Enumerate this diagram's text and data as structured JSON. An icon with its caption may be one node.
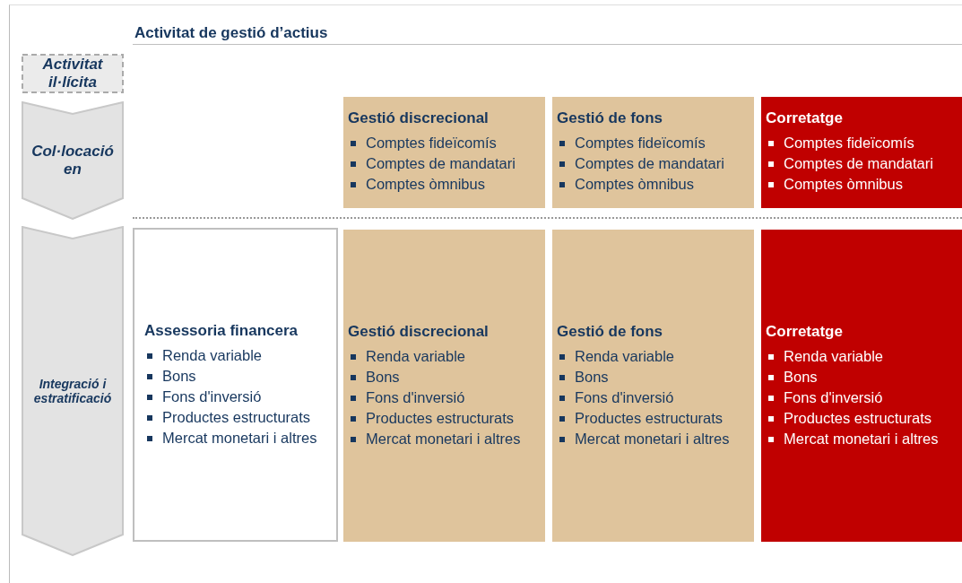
{
  "diagram": {
    "title": "Activitat de gestió d’actius",
    "nodes": [
      {
        "text": [
          "Activitat il·lícita"
        ]
      },
      {
        "text": [
          "Col·locació en"
        ]
      },
      {
        "text": [
          "Gestió discrecional",
          "Comptes fideïcomís",
          "Comptes de mandatari",
          "Comptes òmnibus"
        ]
      },
      {
        "text": [
          "Gestió de fons",
          "Comptes fideïcomís",
          "Comptes de mandatari",
          "Comptes òmnibus"
        ]
      },
      {
        "text": [
          "Corretatge",
          "Comptes fideïcomís",
          "Comptes de mandatari",
          "Comptes òmnibus"
        ]
      },
      {
        "text": [
          "Integració i estratificació"
        ]
      },
      {
        "text": [
          "Assessoria financera",
          "Renda variable",
          "Bons",
          "Fons d'inversió",
          "Productes estructurats",
          "Mercat monetari i altres"
        ]
      },
      {
        "text": [
          "Gestió discrecional",
          "Renda variable",
          "Bons",
          "Fons d'inversió",
          "Productes estructurats",
          "Mercat monetari i altres"
        ]
      },
      {
        "text": [
          "Gestió de fons",
          "Renda variable",
          "Bons",
          "Fons d'inversió",
          "Productes estructurats",
          "Mercat monetari i altres"
        ]
      },
      {
        "text": [
          "Corretatge",
          "Renda variable",
          "Bons",
          "Fons d'inversió",
          "Productes estructurats",
          "Mercat monetari i altres"
        ]
      }
    ],
    "edges": []
  }
}
